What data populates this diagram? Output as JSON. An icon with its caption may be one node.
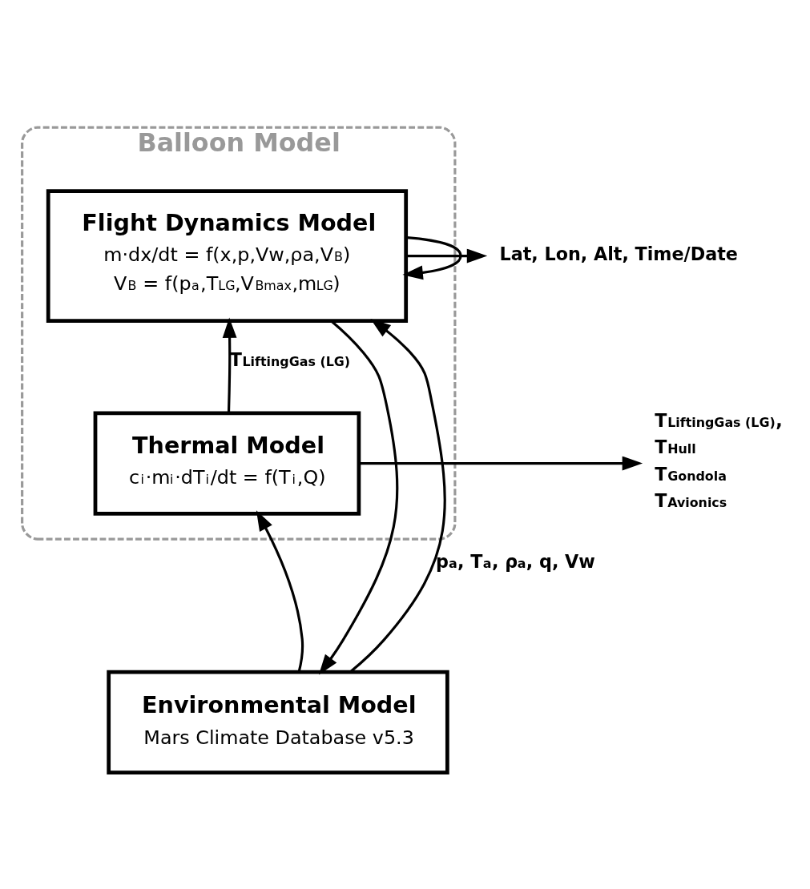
{
  "diagram": {
    "nodes": [
      {
        "text": [
          "Balloon Model"
        ]
      },
      {
        "text": [
          "Flight Dynamics Model",
          "m·dx/dt = f(x,p,Vw,ρa,V$_{B}$)",
          "V$_{B}$ = f(p$_{a}$,T$_{LG}$,V$_{Bmax}$,m$_{LG}$)"
        ],
        "in": 0
      },
      {
        "text": [
          "Thermal Model",
          "c$_{i}$·m$_{i}$·dT$_{i}$/dt = f(T$_{i}$,Q)"
        ],
        "in": 0
      },
      {
        "text": [
          "Environmental Model",
          "Mars Climate Database v5.3"
        ]
      },
      {
        "text": [
          "Lat, Lon, Alt, Time/Date"
        ]
      },
      {
        "text": [
          "T$_{LiftingGas (LG)}$,",
          "T$_{Hull}$",
          "T$_{Gondola}$",
          "T$_{Avionics}$"
        ]
      }
    ],
    "edges": [
      {
        "from": 1,
        "to": 4,
        "arrow": "to"
      },
      {
        "from": 1,
        "to": 1,
        "arrow": "to"
      },
      {
        "from": 1,
        "to": 3,
        "arrow": "to"
      },
      {
        "from": 2,
        "to": 5,
        "arrow": "to"
      },
      {
        "from": 2,
        "to": 1,
        "arrow": "to",
        "label": "T$_{LiftingGas (LG)}$"
      },
      {
        "from": 3,
        "to": 1,
        "arrow": "to",
        "label": "p$_{a}$, T$_{a}$, ρ$_{a}$, q, Vw"
      },
      {
        "from": 3,
        "to": 2,
        "arrow": "to"
      }
    ]
  }
}
